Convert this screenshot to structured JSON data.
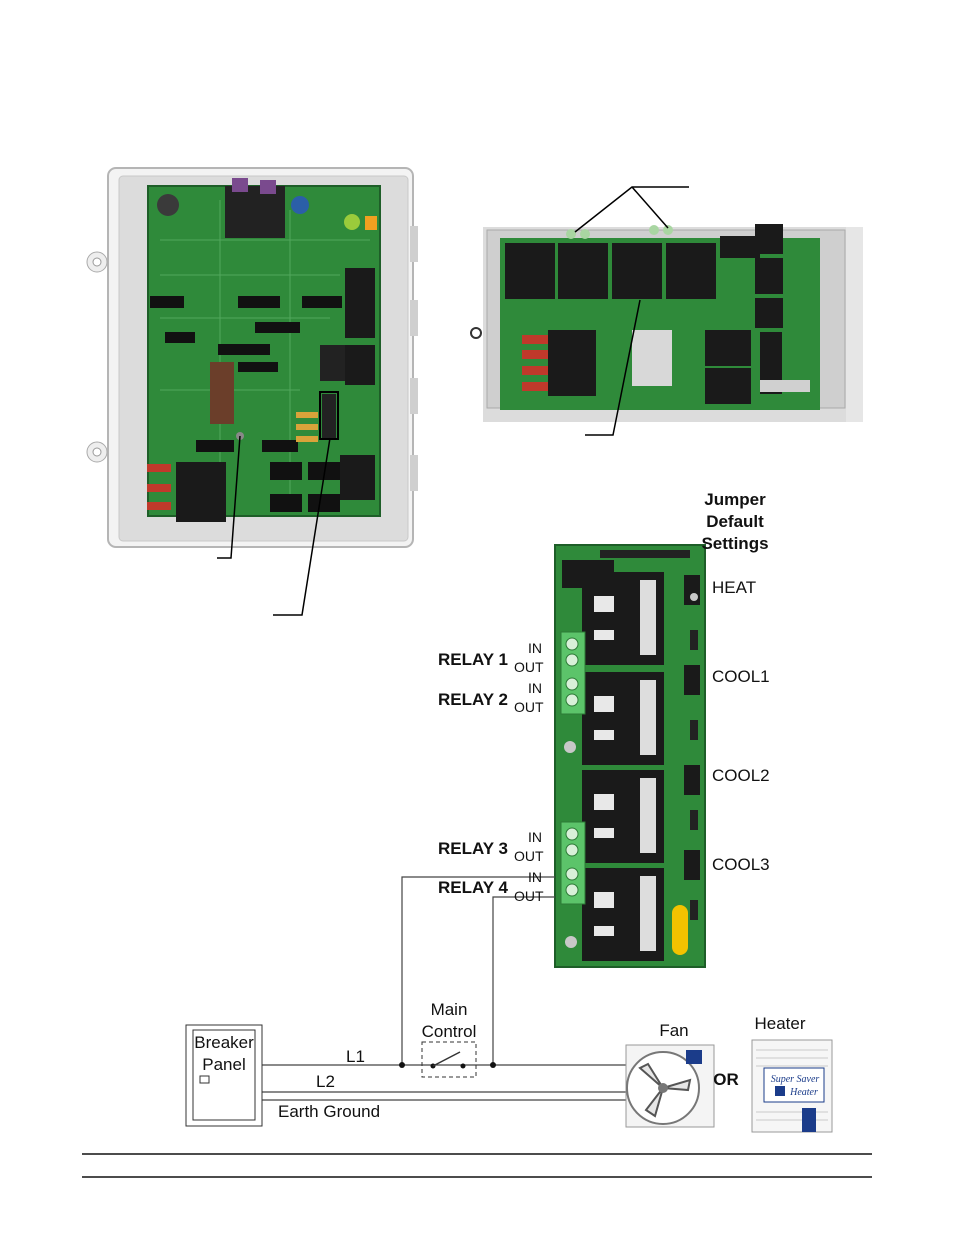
{
  "jumper_header": [
    "Jumper",
    "Default",
    "Settings"
  ],
  "jumper_settings": [
    "HEAT",
    "COOL1",
    "COOL2",
    "COOL3"
  ],
  "relays": [
    {
      "label": "RELAY 1",
      "in": "IN",
      "out": "OUT"
    },
    {
      "label": "RELAY 2",
      "in": "IN",
      "out": "OUT"
    },
    {
      "label": "RELAY 3",
      "in": "IN",
      "out": "OUT"
    },
    {
      "label": "RELAY 4",
      "in": "IN",
      "out": "OUT"
    }
  ],
  "wiring": {
    "breaker_line1": "Breaker",
    "breaker_line2": "Panel",
    "l1": "L1",
    "l2": "L2",
    "earth": "Earth Ground",
    "main_control_line1": "Main",
    "main_control_line2": "Control",
    "fan": "Fan",
    "heater": "Heater",
    "or": "OR",
    "heater_badge_line1": "Super Saver",
    "heater_badge_line2": "Heater"
  },
  "colors": {
    "pcb_green": "#2f8a3a",
    "pcb_dark": "#1e5e28",
    "relay_black": "#1a1a1a",
    "enclosure": "#e4e4e4",
    "terminal_green": "#5cc46a",
    "fuse_red": "#c0392b",
    "badge_blue": "#1b3c8a",
    "tag_yellow": "#f2c200"
  }
}
